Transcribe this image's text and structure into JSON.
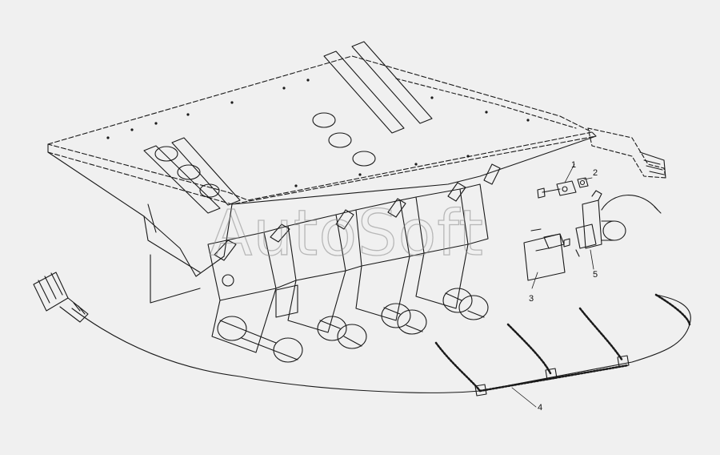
{
  "diagram": {
    "watermark": "AutoSoft",
    "callouts": [
      {
        "id": "c1",
        "label": "1"
      },
      {
        "id": "c2",
        "label": "2"
      },
      {
        "id": "c3",
        "label": "3"
      },
      {
        "id": "c4",
        "label": "4"
      },
      {
        "id": "c5",
        "label": "5"
      }
    ]
  },
  "colors": {
    "background": "#f0f0f0",
    "line": "#1a1a1a",
    "watermark": "#8a8a8a"
  }
}
